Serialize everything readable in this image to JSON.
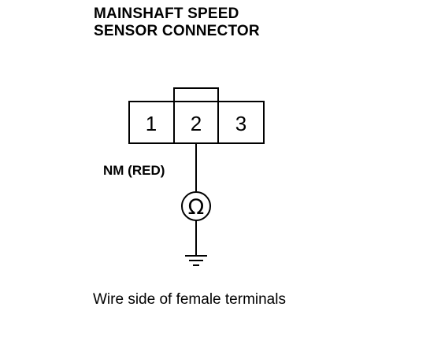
{
  "title": {
    "line1": "MAINSHAFT SPEED",
    "line2": "SENSOR CONNECTOR"
  },
  "connector": {
    "terminals": [
      "1",
      "2",
      "3"
    ]
  },
  "wire": {
    "label": "NM (RED)"
  },
  "meter": {
    "symbol": "Ω"
  },
  "caption": "Wire side of female terminals"
}
